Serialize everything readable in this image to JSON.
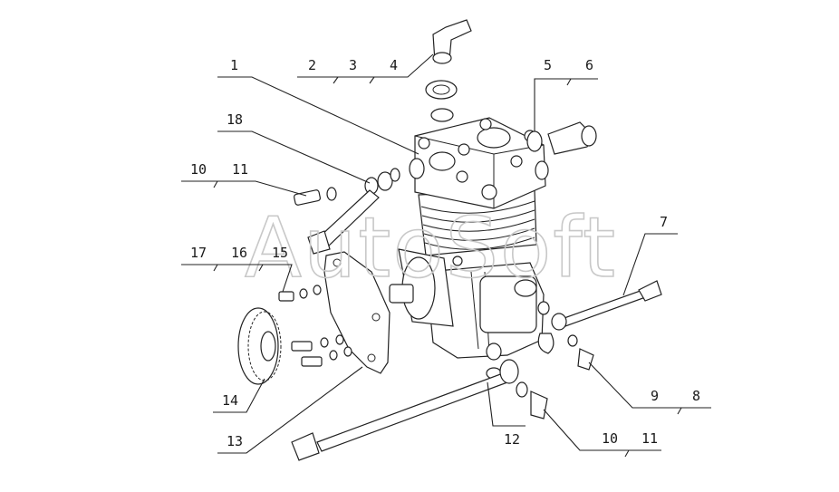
{
  "watermark": "AutoSoft",
  "callouts": [
    "1",
    "2",
    "3",
    "4",
    "5",
    "6",
    "18",
    "10",
    "11",
    "7",
    "17",
    "16",
    "15",
    "9",
    "8",
    "14",
    "13",
    "12",
    "10",
    "11"
  ]
}
